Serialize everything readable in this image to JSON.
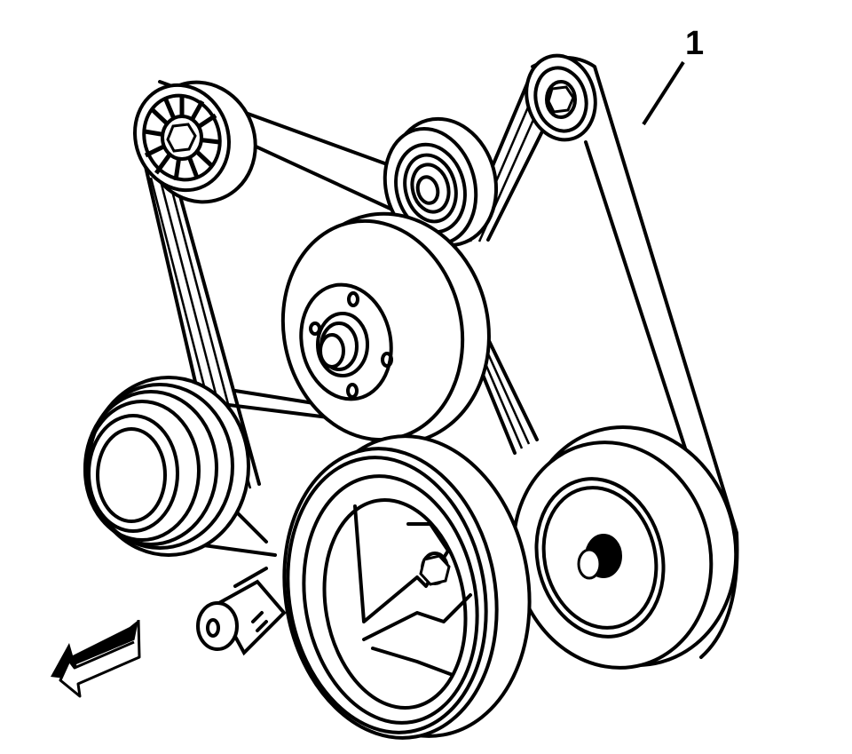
{
  "diagram": {
    "type": "serpentine-belt-routing",
    "colors": {
      "line": "#000000",
      "background": "#ffffff"
    },
    "callouts": [
      {
        "id": "1",
        "label": "1",
        "target": "drive-belt"
      }
    ],
    "components": [
      {
        "name": "idler-pulley-upper-left",
        "style": "spoked"
      },
      {
        "name": "idler-pulley-upper-center",
        "style": "smooth"
      },
      {
        "name": "tensioner-pulley-upper-right",
        "style": "smooth"
      },
      {
        "name": "water-pump-pulley",
        "style": "hub-with-4-bolts"
      },
      {
        "name": "generator-pulley",
        "style": "grooved"
      },
      {
        "name": "crankshaft-balancer",
        "style": "three-spoke"
      },
      {
        "name": "power-steering-pump-pulley",
        "style": "flanged"
      },
      {
        "name": "drive-belt",
        "style": "serpentine"
      }
    ],
    "direction_arrow": {
      "name": "front-of-vehicle-arrow",
      "points": "lower-left"
    }
  }
}
